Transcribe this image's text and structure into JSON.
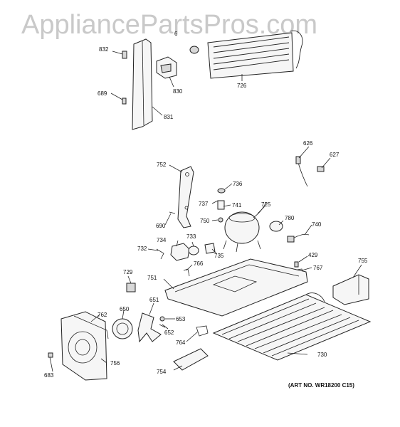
{
  "watermark": "AppliancePartsPros.com",
  "art_number": "(ART NO. WR18200 C15)",
  "part_numbers": {
    "p832": "832",
    "p689": "689",
    "p831": "831",
    "p830": "830",
    "p6": "6",
    "p726": "726",
    "p730": "730",
    "p626": "626",
    "p627": "627",
    "p752": "752",
    "p736": "736",
    "p737": "737",
    "p741": "741",
    "p725": "725",
    "p750": "750",
    "p780": "780",
    "p690": "690",
    "p740": "740",
    "p734": "734",
    "p733": "733",
    "p732": "732",
    "p735": "735",
    "p429": "429",
    "p767": "767",
    "p755": "755",
    "p729": "729",
    "p766": "766",
    "p751": "751",
    "p651": "651",
    "p762": "762",
    "p650": "650",
    "p653": "653",
    "p652": "652",
    "p764": "764",
    "p756": "756",
    "p754": "754",
    "p683": "683"
  }
}
